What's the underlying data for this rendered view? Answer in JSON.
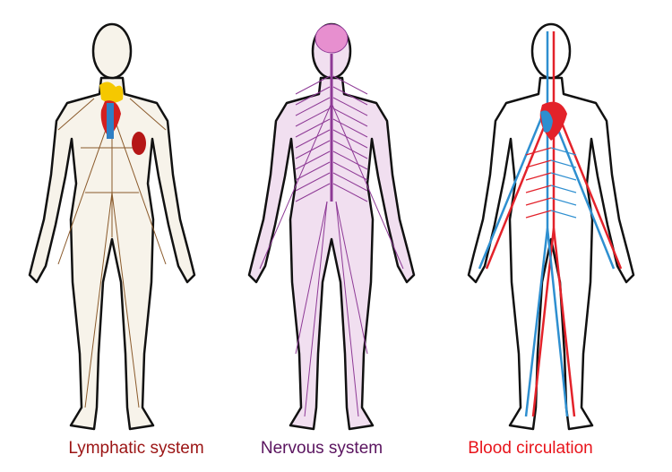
{
  "figures": [
    {
      "label": "Lymphatic system",
      "label_color": "#9b1414",
      "fill": "#f7f3ea",
      "vessel_color": "#8a5a2b"
    },
    {
      "label": "Nervous system",
      "label_color": "#5a145f",
      "fill": "#f1dff0",
      "vessel_color": "#8e3a96"
    },
    {
      "label": "Blood circulation",
      "label_color": "#e8141b",
      "fill": "#ffffff",
      "artery_color": "#e3222a",
      "vein_color": "#2e8fd0"
    }
  ]
}
